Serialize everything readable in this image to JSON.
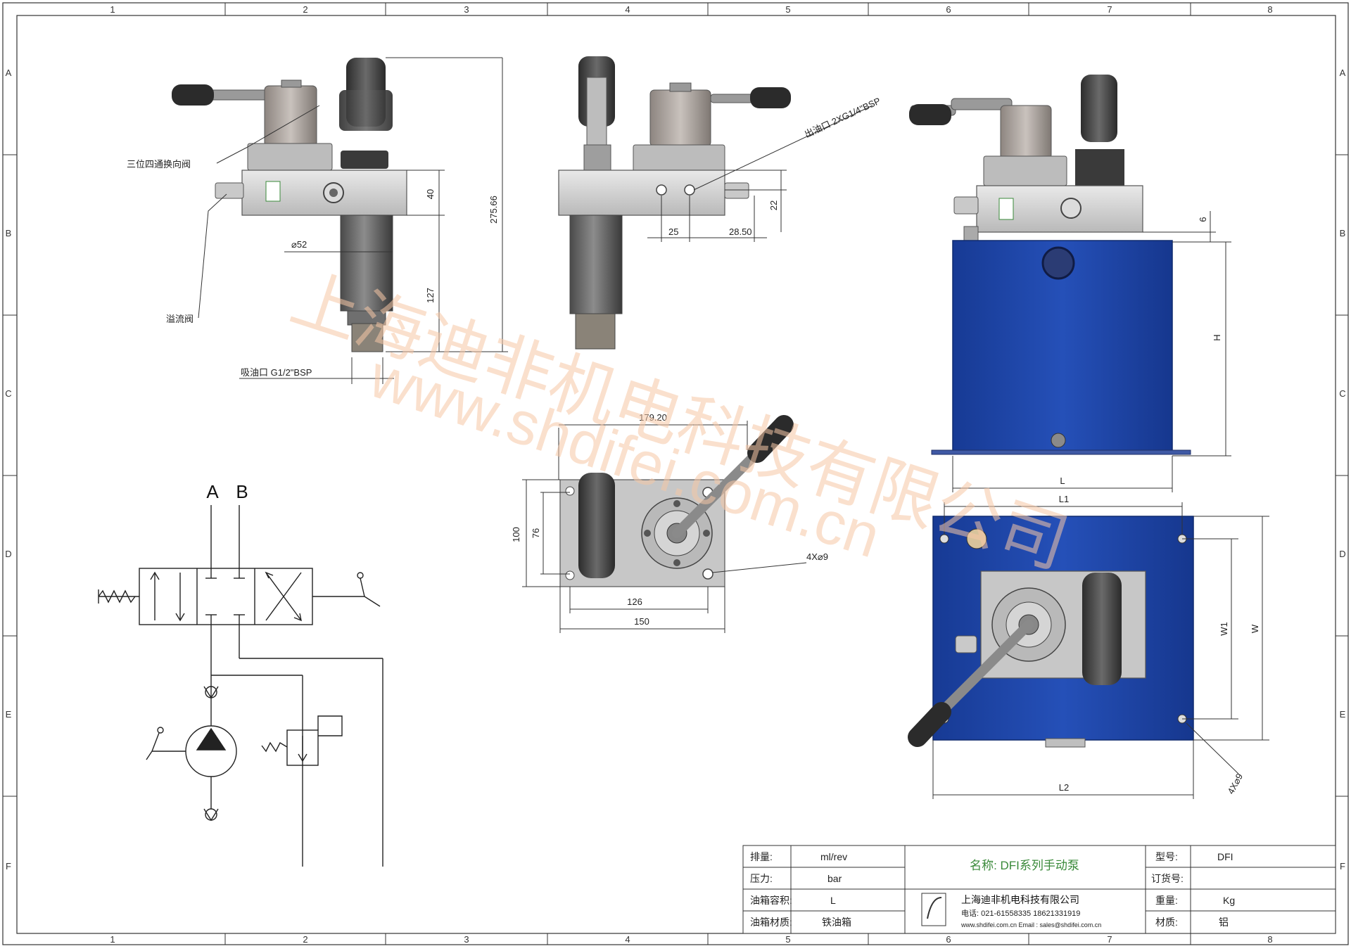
{
  "grid": {
    "columns": [
      "1",
      "2",
      "3",
      "4",
      "5",
      "6",
      "7",
      "8"
    ],
    "rows": [
      "A",
      "B",
      "C",
      "D",
      "E",
      "F"
    ]
  },
  "watermark": {
    "company": "上海迪非机电科技有限公司",
    "site": "www.shdifei.com.cn"
  },
  "callouts": {
    "directional_valve": "三位四通换向阀",
    "relief_valve": "溢流阀",
    "suction_port": "吸油口 G1/2\"BSP",
    "outlet_port": "出油口 2XG1/4\"BSP",
    "mount_holes_top": "4X⌀9",
    "mount_holes_tank": "4X⌀9"
  },
  "dims": {
    "d40": "40",
    "d127": "127",
    "d27566": "275.66",
    "dia52": "⌀52",
    "d22": "22",
    "d25": "25",
    "d2850": "28.50",
    "d17920": "179.20",
    "d100": "100",
    "d76": "76",
    "d126": "126",
    "d150": "150",
    "d6": "6",
    "H": "H",
    "L": "L",
    "L1": "L1",
    "L2": "L2",
    "W": "W",
    "W1": "W1"
  },
  "schematic": {
    "port_a": "A",
    "port_b": "B"
  },
  "colors": {
    "tank_blue": "#1f45a8",
    "watermark_orange": "#f6c7a6",
    "title_green": "#3a8a3a"
  },
  "title_block": {
    "displacement_label": "排量:",
    "displacement_value": "ml/rev",
    "pressure_label": "压力:",
    "pressure_value": "bar",
    "tank_volume_label": "油箱容积:",
    "tank_volume_value": "L",
    "tank_material_label": "油箱材质:",
    "tank_material_value": "铁油箱",
    "name": "名称: DFI系列手动泵",
    "company": "上海迪非机电科技有限公司",
    "phone": "电话: 021-61558335   18621331919",
    "web_email": "www.shdifei.com.cn   Email : sales@shdifei.com.cn",
    "model_label": "型号:",
    "model_value": "DFI",
    "order_no_label": "订货号:",
    "order_no_value": "",
    "weight_label": "重量:",
    "weight_value": "Kg",
    "material_label": "材质:",
    "material_value": "铝"
  }
}
